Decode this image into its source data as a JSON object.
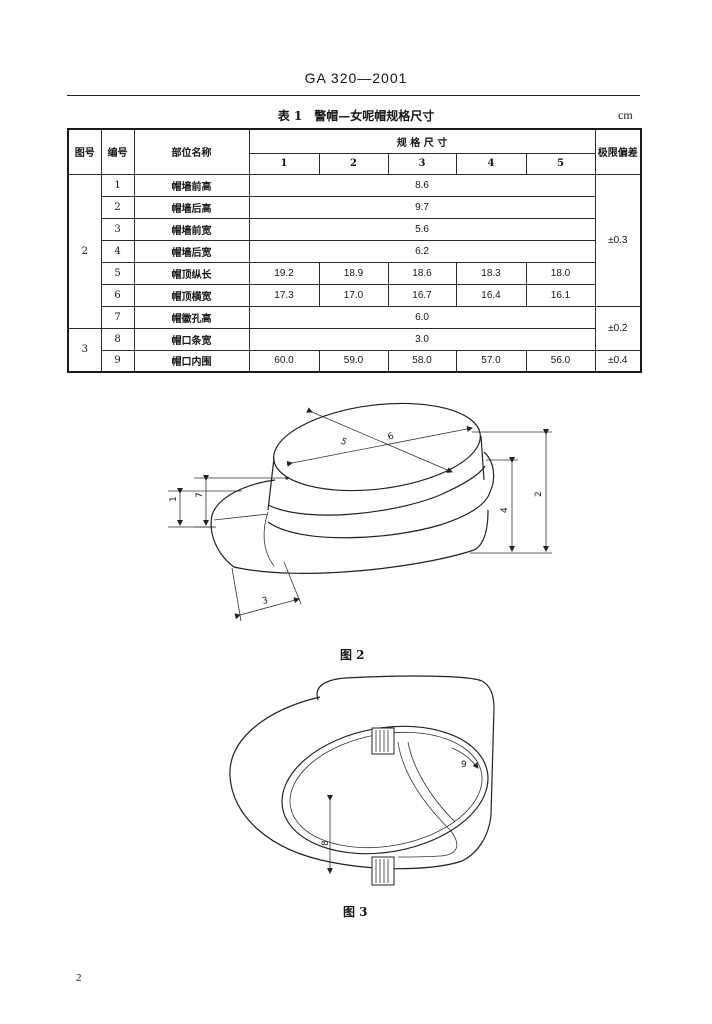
{
  "header": {
    "standard": "GA 320—2001"
  },
  "table": {
    "caption": "表 1　警帽—女呢帽规格尺寸",
    "unit": "cm",
    "headers": {
      "figure": "图号",
      "no": "编号",
      "part": "部位名称",
      "spec": "规 格 尺 寸",
      "sizes": [
        "1",
        "2",
        "3",
        "4",
        "5"
      ],
      "tolerance": "极限偏差"
    },
    "rows": [
      {
        "no": "1",
        "part": "帽墙前高",
        "value": "8.6"
      },
      {
        "no": "2",
        "part": "帽墙后高",
        "value": "9.7"
      },
      {
        "no": "3",
        "part": "帽墙前宽",
        "value": "5.6"
      },
      {
        "no": "4",
        "part": "帽墙后宽",
        "value": "6.2"
      },
      {
        "no": "5",
        "part": "帽顶纵长",
        "values": [
          "19.2",
          "18.9",
          "18.6",
          "18.3",
          "18.0"
        ]
      },
      {
        "no": "6",
        "part": "帽顶横宽",
        "values": [
          "17.3",
          "17.0",
          "16.7",
          "16.4",
          "16.1"
        ]
      },
      {
        "no": "7",
        "part": "帽徽孔高",
        "value": "6.0"
      },
      {
        "no": "8",
        "part": "帽口条宽",
        "value": "3.0"
      },
      {
        "no": "9",
        "part": "帽口内围",
        "values": [
          "60.0",
          "59.0",
          "58.0",
          "57.0",
          "56.0"
        ]
      }
    ],
    "figure_numbers": [
      "2",
      "3"
    ],
    "tolerances": [
      "±0.3",
      "±0.2",
      "±0.4"
    ]
  },
  "figure2": {
    "caption": "图 2",
    "labels": {
      "d1": "1",
      "d2": "2",
      "d3": "3",
      "d4": "4",
      "d5": "5",
      "d6": "6",
      "d7": "7"
    }
  },
  "figure3": {
    "caption": "图 3",
    "labels": {
      "d8": "8",
      "d9": "9"
    }
  },
  "footer": {
    "page_number": "2"
  }
}
